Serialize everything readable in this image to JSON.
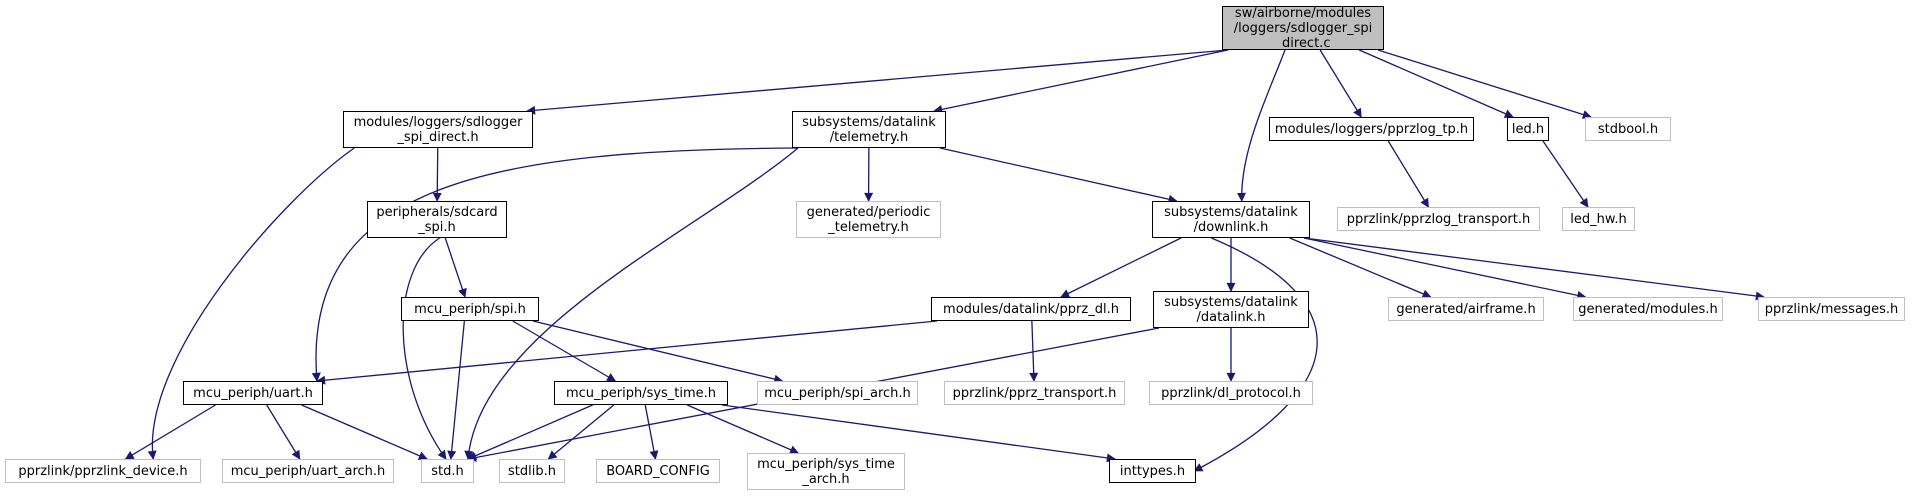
{
  "colors": {
    "edge": "#191970",
    "root_fill": "#bfbfbf",
    "border": "#000000",
    "external_border": "#bfbfbf"
  },
  "nodes": [
    {
      "id": "root",
      "label": "sw/airborne/modules\n/loggers/sdlogger_spi\n_direct.c",
      "kind": "root"
    },
    {
      "id": "sdlogger_h",
      "label": "modules/loggers/sdlogger\n_spi_direct.h",
      "kind": "internal"
    },
    {
      "id": "telemetry_h",
      "label": "subsystems/datalink\n/telemetry.h",
      "kind": "internal"
    },
    {
      "id": "pprzlog_tp_h",
      "label": "modules/loggers/pprzlog_tp.h",
      "kind": "internal"
    },
    {
      "id": "led_h",
      "label": "led.h",
      "kind": "internal"
    },
    {
      "id": "stdbool_h",
      "label": "stdbool.h",
      "kind": "external"
    },
    {
      "id": "sdcard_spi_h",
      "label": "peripherals/sdcard\n_spi.h",
      "kind": "internal"
    },
    {
      "id": "periodic_telemetry_h",
      "label": "generated/periodic\n_telemetry.h",
      "kind": "external"
    },
    {
      "id": "downlink_h",
      "label": "subsystems/datalink\n/downlink.h",
      "kind": "internal"
    },
    {
      "id": "pprzlog_transport_h",
      "label": "pprzlink/pprzlog_transport.h",
      "kind": "external"
    },
    {
      "id": "led_hw_h",
      "label": "led_hw.h",
      "kind": "external"
    },
    {
      "id": "spi_h",
      "label": "mcu_periph/spi.h",
      "kind": "internal"
    },
    {
      "id": "pprz_dl_h",
      "label": "modules/datalink/pprz_dl.h",
      "kind": "internal"
    },
    {
      "id": "datalink_h",
      "label": "subsystems/datalink\n/datalink.h",
      "kind": "internal"
    },
    {
      "id": "airframe_h",
      "label": "generated/airframe.h",
      "kind": "external"
    },
    {
      "id": "modules_h",
      "label": "generated/modules.h",
      "kind": "external"
    },
    {
      "id": "messages_h",
      "label": "pprzlink/messages.h",
      "kind": "external"
    },
    {
      "id": "uart_h",
      "label": "mcu_periph/uart.h",
      "kind": "internal"
    },
    {
      "id": "sys_time_h",
      "label": "mcu_periph/sys_time.h",
      "kind": "internal"
    },
    {
      "id": "spi_arch_h",
      "label": "mcu_periph/spi_arch.h",
      "kind": "external"
    },
    {
      "id": "pprz_transport_h",
      "label": "pprzlink/pprz_transport.h",
      "kind": "external"
    },
    {
      "id": "dl_protocol_h",
      "label": "pprzlink/dl_protocol.h",
      "kind": "external"
    },
    {
      "id": "pprzlink_device_h",
      "label": "pprzlink/pprzlink_device.h",
      "kind": "external"
    },
    {
      "id": "uart_arch_h",
      "label": "mcu_periph/uart_arch.h",
      "kind": "external"
    },
    {
      "id": "std_h",
      "label": "std.h",
      "kind": "external"
    },
    {
      "id": "stdlib_h",
      "label": "stdlib.h",
      "kind": "external"
    },
    {
      "id": "board_config",
      "label": "BOARD_CONFIG",
      "kind": "external"
    },
    {
      "id": "sys_time_arch_h",
      "label": "mcu_periph/sys_time\n_arch.h",
      "kind": "external"
    },
    {
      "id": "inttypes_h",
      "label": "inttypes.h",
      "kind": "internal"
    }
  ],
  "edges": [
    [
      "root",
      "sdlogger_h"
    ],
    [
      "root",
      "telemetry_h"
    ],
    [
      "root",
      "downlink_h"
    ],
    [
      "root",
      "pprzlog_tp_h"
    ],
    [
      "root",
      "led_h"
    ],
    [
      "root",
      "stdbool_h"
    ],
    [
      "sdlogger_h",
      "sdcard_spi_h"
    ],
    [
      "sdlogger_h",
      "pprzlink_device_h"
    ],
    [
      "telemetry_h",
      "uart_h"
    ],
    [
      "telemetry_h",
      "std_h"
    ],
    [
      "telemetry_h",
      "periodic_telemetry_h"
    ],
    [
      "telemetry_h",
      "downlink_h"
    ],
    [
      "pprzlog_tp_h",
      "pprzlog_transport_h"
    ],
    [
      "led_h",
      "led_hw_h"
    ],
    [
      "sdcard_spi_h",
      "std_h"
    ],
    [
      "sdcard_spi_h",
      "spi_h"
    ],
    [
      "spi_h",
      "std_h"
    ],
    [
      "spi_h",
      "sys_time_h"
    ],
    [
      "spi_h",
      "spi_arch_h"
    ],
    [
      "downlink_h",
      "pprz_dl_h"
    ],
    [
      "downlink_h",
      "datalink_h"
    ],
    [
      "downlink_h",
      "airframe_h"
    ],
    [
      "downlink_h",
      "modules_h"
    ],
    [
      "downlink_h",
      "messages_h"
    ],
    [
      "downlink_h",
      "inttypes_h"
    ],
    [
      "pprz_dl_h",
      "uart_h"
    ],
    [
      "pprz_dl_h",
      "pprz_transport_h"
    ],
    [
      "datalink_h",
      "std_h"
    ],
    [
      "datalink_h",
      "dl_protocol_h"
    ],
    [
      "uart_h",
      "pprzlink_device_h"
    ],
    [
      "uart_h",
      "uart_arch_h"
    ],
    [
      "uart_h",
      "std_h"
    ],
    [
      "sys_time_h",
      "std_h"
    ],
    [
      "sys_time_h",
      "stdlib_h"
    ],
    [
      "sys_time_h",
      "board_config"
    ],
    [
      "sys_time_h",
      "sys_time_arch_h"
    ],
    [
      "sys_time_h",
      "inttypes_h"
    ]
  ]
}
